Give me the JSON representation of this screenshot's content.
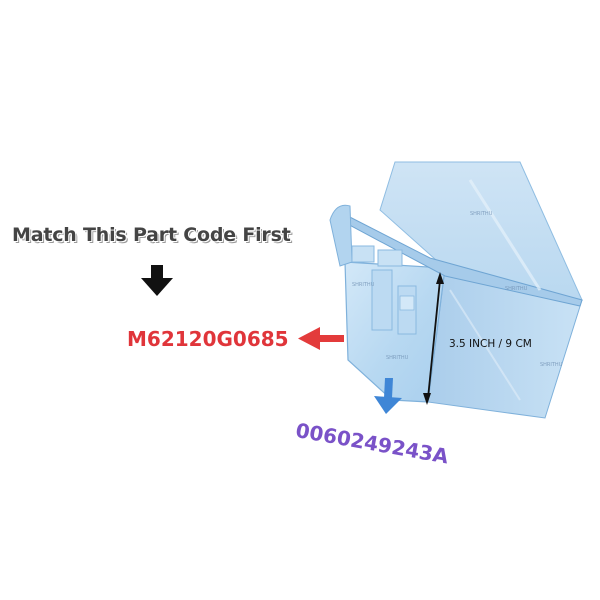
{
  "headline": "Match This Part Code First",
  "red_code": {
    "text": "M62120G0685",
    "color": "#e0353a"
  },
  "purple_code": {
    "text": "0060249243A",
    "color": "#7a52c8"
  },
  "dimension_label": "3.5 INCH / 9 CM",
  "watermark": "SHRITHU",
  "colors": {
    "bin_fill": "#bcdcf3",
    "bin_edge": "#7fb1db",
    "pointer_arrow_black": "#111111",
    "pointer_arrow_red": "#e33b3b",
    "pointer_arrow_blue": "#3f86d6"
  },
  "icons": [
    "down-arrow-icon",
    "left-arrow-icon",
    "down-arrow-blue-icon",
    "dimension-arrow-icon"
  ]
}
